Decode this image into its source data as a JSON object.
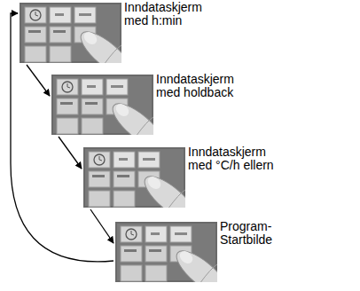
{
  "diagram": {
    "nodes": [
      {
        "text": [
          "Inndataskjerm med h:min"
        ]
      },
      {
        "text": [
          "Inndataskjerm med holdback"
        ]
      },
      {
        "text": [
          "Inndataskjerm med °C/h ellern"
        ]
      },
      {
        "text": [
          "Program- Startbilde"
        ]
      }
    ],
    "edges": [
      {
        "from": 0,
        "to": 1,
        "arrow": "to"
      },
      {
        "from": 1,
        "to": 2,
        "arrow": "to"
      },
      {
        "from": 2,
        "to": 3,
        "arrow": "to"
      },
      {
        "from": 3,
        "to": 0,
        "arrow": "to"
      }
    ]
  }
}
